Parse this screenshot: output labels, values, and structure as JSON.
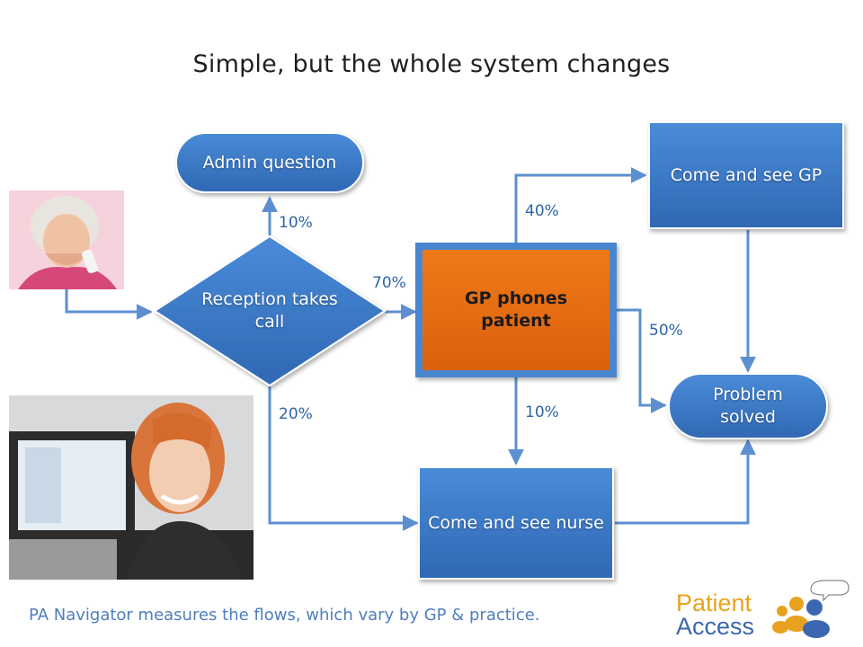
{
  "title": "Simple, but the whole system changes",
  "nodes": {
    "admin": "Admin question",
    "reception": "Reception takes call",
    "gp_phones": "GP phones patient",
    "see_gp": "Come and see GP",
    "problem": "Problem solved",
    "nurse": "Come and see nurse"
  },
  "percentages": {
    "to_admin": "10%",
    "to_gp_phones": "70%",
    "to_nurse_from_reception": "20%",
    "to_see_gp": "40%",
    "to_problem": "50%",
    "to_nurse_from_gp": "10%"
  },
  "footer": "PA Navigator measures the flows, which vary by GP & practice.",
  "logo": {
    "line1": "Patient",
    "line2": "Access"
  },
  "colors": {
    "node_blue": "#3b78c6",
    "node_orange": "#e5690f",
    "connector": "#5d8fd0",
    "label": "#2e65a8"
  }
}
